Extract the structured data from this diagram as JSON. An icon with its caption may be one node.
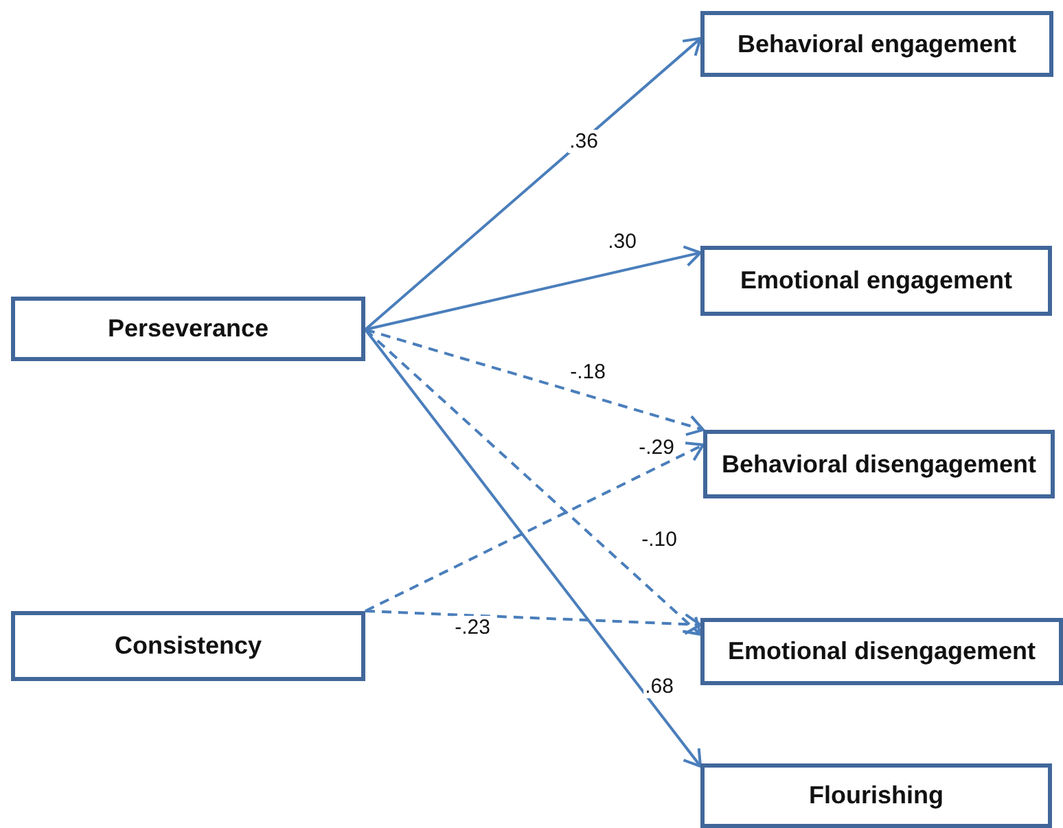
{
  "diagram": {
    "nodes": [
      {
        "text": [
          "Perseverance"
        ]
      },
      {
        "text": [
          "Consistency"
        ]
      },
      {
        "text": [
          "Behavioral engagement"
        ]
      },
      {
        "text": [
          "Emotional engagement"
        ]
      },
      {
        "text": [
          "Behavioral disengagement"
        ]
      },
      {
        "text": [
          "Emotional disengagement"
        ]
      },
      {
        "text": [
          "Flourishing"
        ]
      }
    ],
    "edges": [
      {
        "from": 0,
        "to": 2,
        "arrow": "to",
        "label": ".36"
      },
      {
        "from": 0,
        "to": 3,
        "arrow": "to",
        "label": ".30"
      },
      {
        "from": 0,
        "to": 4,
        "arrow": "to",
        "label": "-.18",
        "style": "dashed"
      },
      {
        "from": 0,
        "to": 5,
        "arrow": "to",
        "label": "-.10",
        "style": "dashed"
      },
      {
        "from": 0,
        "to": 6,
        "arrow": "to",
        "label": ".68"
      },
      {
        "from": 1,
        "to": 4,
        "arrow": "to",
        "label": "-.29",
        "style": "dashed"
      },
      {
        "from": 1,
        "to": 5,
        "arrow": "to",
        "label": "-.23",
        "style": "dashed"
      }
    ]
  }
}
